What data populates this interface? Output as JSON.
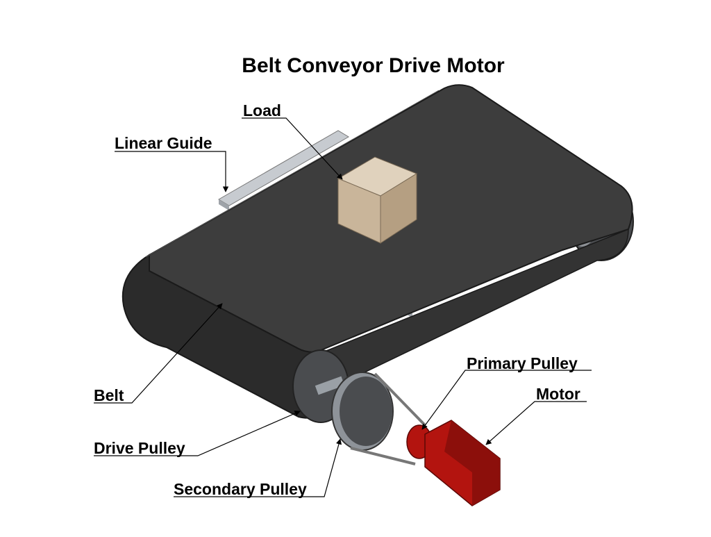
{
  "title": "Belt Conveyor Drive Motor",
  "labels": {
    "load": "Load",
    "linear_guide": "Linear Guide",
    "belt": "Belt",
    "drive_pulley": "Drive Pulley",
    "secondary_pulley": "Secondary Pulley",
    "primary_pulley": "Primary Pulley",
    "motor": "Motor"
  },
  "colors": {
    "belt": "#3d3d3d",
    "belt_side": "#2b2b2b",
    "pulley_face": "#4a4c4f",
    "guide": "#c7cbd0",
    "load_box": "#c9b59a",
    "motor": "#b3140f"
  }
}
